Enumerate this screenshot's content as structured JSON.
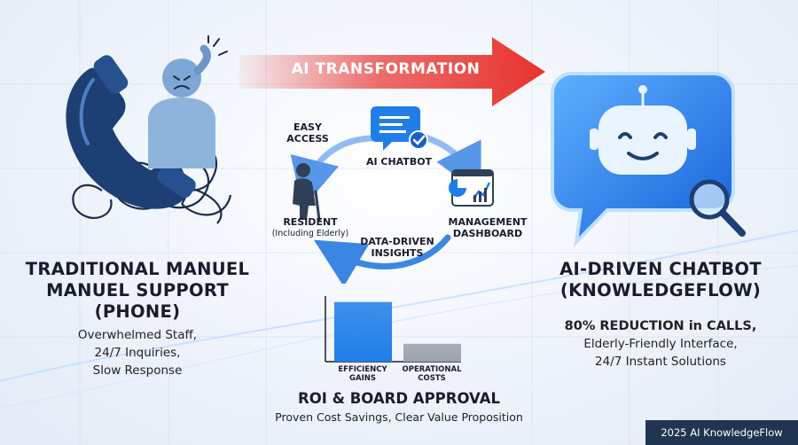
{
  "banner": {
    "label": "AI TRANSFORMATION"
  },
  "left": {
    "title_lines": [
      "TRADITIONAL MANUEL",
      "MANUEL SUPPORT",
      "(PHONE)"
    ],
    "sub_lines": [
      "Overwhelmed Staff,",
      "24/7 Inquiries,",
      "Slow Response"
    ]
  },
  "cycle": {
    "easy_access": [
      "EASY",
      "ACCESS"
    ],
    "ai_chatbot": "AI CHATBOT",
    "resident": "RESIDENT",
    "resident_note": "(Including Elderly)",
    "management": [
      "MANAGEMENT",
      "DASHBOARD"
    ],
    "insights": [
      "DATA-DRIVEN",
      "INSIGHTS"
    ]
  },
  "chart_data": {
    "type": "bar",
    "categories": [
      "EFFICIENCY GAINS",
      "OPERATIONAL COSTS"
    ],
    "values": [
      1.0,
      0.3
    ],
    "ylim": [
      0,
      1.1
    ],
    "category_label_lines": [
      [
        "EFFICIENCY",
        "GAINS"
      ],
      [
        "OPERATIONAL",
        "COSTS"
      ]
    ],
    "colors": [
      "#1f7ee8",
      "#9aa3ad"
    ]
  },
  "roi": {
    "title": "ROI & BOARD APPROVAL",
    "sub": "Proven Cost Savings, Clear Value Proposition"
  },
  "right": {
    "title_lines": [
      "AI-DRIVEN CHATBOT",
      "(KNOWLEDGEFLOW)"
    ],
    "sub_strong": "80% REDUCTION in CALLS,",
    "sub_lines": [
      "Elderly-Friendly Interface,",
      "24/7 Instant Solutions"
    ]
  },
  "icons": [
    "phone-icon",
    "stressed-person-icon",
    "tangled-cord-icon",
    "chat-bubble-icon",
    "checkmark-icon",
    "elderly-person-icon",
    "dashboard-icon",
    "robot-icon",
    "magnifier-icon"
  ],
  "colors": {
    "accent_blue": "#1f7ee8",
    "phone_navy": "#1d3f74",
    "arrow_red": "#e8322e",
    "footer": "#1f3551"
  },
  "footer": {
    "label": "2025 AI KnowledgeFlow"
  }
}
